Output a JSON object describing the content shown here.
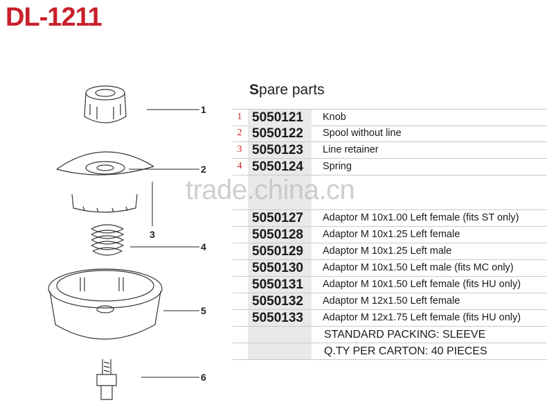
{
  "header": {
    "model": "DL-1211"
  },
  "spare_parts": {
    "title_first": "S",
    "title_rest": "pare  parts",
    "items": [
      {
        "index": "1",
        "code": "5050121",
        "desc": "Knob"
      },
      {
        "index": "2",
        "code": "5050122",
        "desc": "Spool without line"
      },
      {
        "index": "3",
        "code": "5050123",
        "desc": "Line retainer"
      },
      {
        "index": "4",
        "code": "5050124",
        "desc": "Spring"
      }
    ],
    "adaptors": [
      {
        "code": "5050127",
        "desc": "Adaptor M 10x1.00 Left female (fits ST only)"
      },
      {
        "code": "5050128",
        "desc": "Adaptor M 10x1.25 Left female"
      },
      {
        "code": "5050129",
        "desc": "Adaptor M 10x1.25 Left male"
      },
      {
        "code": "5050130",
        "desc": "Adaptor M 10x1.50 Left male (fits MC only)"
      },
      {
        "code": "5050131",
        "desc": "Adaptor M 10x1.50 Left female (fits HU only)"
      },
      {
        "code": "5050132",
        "desc": "Adaptor M 12x1.50 Left female"
      },
      {
        "code": "5050133",
        "desc": "Adaptor M 12x1.75 Left female (fits HU only)"
      }
    ],
    "packing": "STANDARD PACKING: SLEEVE",
    "carton": "Q.TY PER CARTON: 40 PIECES"
  },
  "diagram": {
    "callouts": [
      "1",
      "2",
      "3",
      "4",
      "5",
      "6"
    ]
  },
  "watermark": "trade.china.cn"
}
